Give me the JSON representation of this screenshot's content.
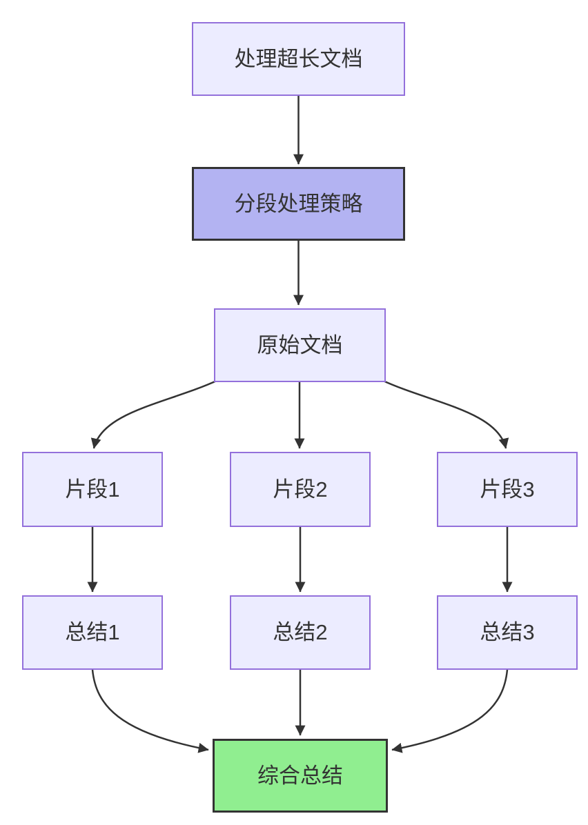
{
  "diagram": {
    "type": "flowchart",
    "direction": "top-down",
    "colors": {
      "node_fill": "#ECECFF",
      "node_border": "#9370DB",
      "strategy_fill": "#B3B3F2",
      "strategy_border": "#333333",
      "result_fill": "#90EE90",
      "result_border": "#333333",
      "edge": "#333333",
      "text": "#333333"
    },
    "nodes": [
      {
        "id": "A",
        "label": "处理超长文档",
        "style": "default"
      },
      {
        "id": "B",
        "label": "分段处理策略",
        "style": "strategy"
      },
      {
        "id": "C",
        "label": "原始文档",
        "style": "default"
      },
      {
        "id": "D1",
        "label": "片段1",
        "style": "default"
      },
      {
        "id": "D2",
        "label": "片段2",
        "style": "default"
      },
      {
        "id": "D3",
        "label": "片段3",
        "style": "default"
      },
      {
        "id": "E1",
        "label": "总结1",
        "style": "default"
      },
      {
        "id": "E2",
        "label": "总结2",
        "style": "default"
      },
      {
        "id": "E3",
        "label": "总结3",
        "style": "default"
      },
      {
        "id": "F",
        "label": "综合总结",
        "style": "result"
      }
    ],
    "edges": [
      {
        "from": "A",
        "to": "B"
      },
      {
        "from": "B",
        "to": "C"
      },
      {
        "from": "C",
        "to": "D1"
      },
      {
        "from": "C",
        "to": "D2"
      },
      {
        "from": "C",
        "to": "D3"
      },
      {
        "from": "D1",
        "to": "E1"
      },
      {
        "from": "D2",
        "to": "E2"
      },
      {
        "from": "D3",
        "to": "E3"
      },
      {
        "from": "E1",
        "to": "F"
      },
      {
        "from": "E2",
        "to": "F"
      },
      {
        "from": "E3",
        "to": "F"
      }
    ]
  }
}
